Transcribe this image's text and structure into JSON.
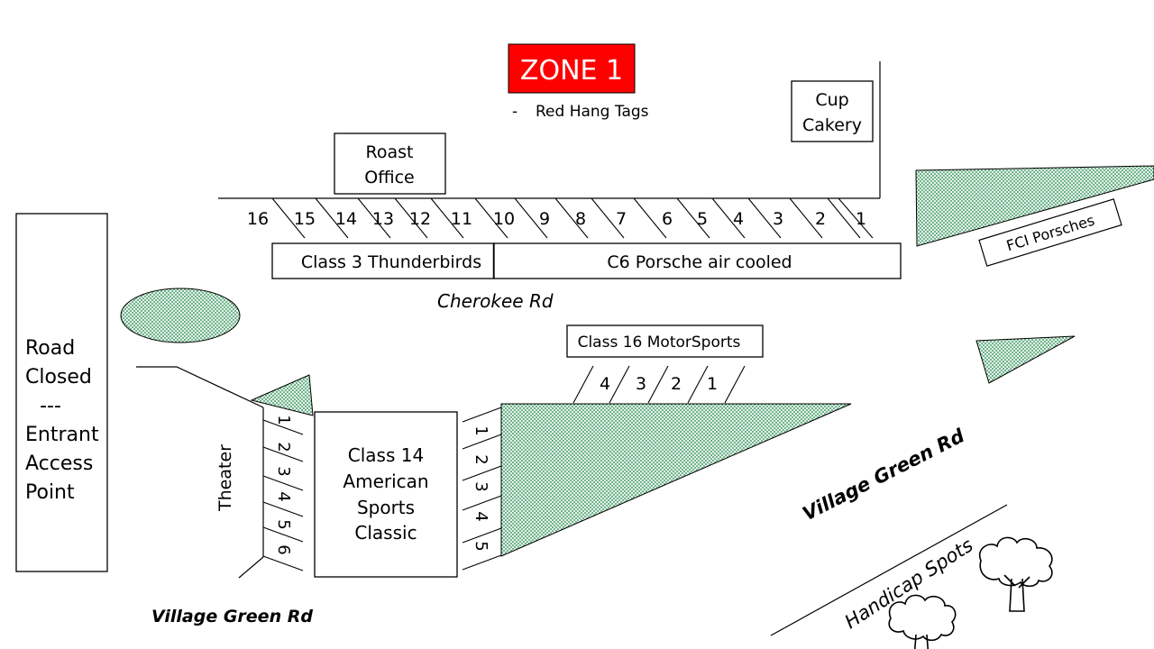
{
  "title": "ZONE 1",
  "subtitle_bullet": "-",
  "subtitle": "Red Hang Tags",
  "colors": {
    "zone_red": "#ff0000",
    "grass_green": "#1e8a4a",
    "grass_bg": "#e6f2ea"
  },
  "buildings": {
    "cup_cakery": [
      "Cup",
      "Cakery"
    ],
    "roast_office": [
      "Roast",
      "Office"
    ],
    "theater": "Theater",
    "fci_porsches": "FCI Porsches"
  },
  "road_closed": [
    "Road",
    "Closed",
    "---",
    "Entrant",
    "Access",
    "Point"
  ],
  "class_boxes": {
    "class3": "Class 3 Thunderbirds",
    "c6": "C6 Porsche air cooled",
    "class16": "Class 16 MotorSports",
    "class14": [
      "Class 14",
      "American",
      "Sports",
      "Classic"
    ]
  },
  "roads": {
    "cherokee": "Cherokee Rd",
    "village_green_right": "Village Green Rd",
    "village_green_left": "Village Green Rd",
    "handicap": "Handicap Spots"
  },
  "spots": {
    "top_row": [
      "16",
      "15",
      "14",
      "13",
      "12",
      "11",
      "10",
      "9",
      "8",
      "7",
      "6",
      "5",
      "4",
      "3",
      "2",
      "1"
    ],
    "class16_row": [
      "4",
      "3",
      "2",
      "1"
    ],
    "theater_col": [
      "1",
      "2",
      "3",
      "4",
      "5",
      "6"
    ],
    "triangle_col": [
      "1",
      "2",
      "3",
      "4",
      "5"
    ]
  },
  "icons": {
    "tree": "tree-icon"
  }
}
